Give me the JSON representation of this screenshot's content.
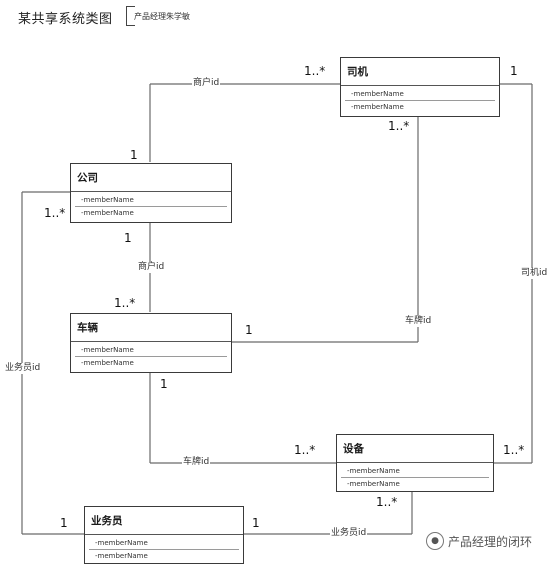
{
  "title": "某共享系统类图",
  "note": "产品经理朱学敏",
  "watermark": "产品经理的闭环",
  "classes": {
    "driver": {
      "name": "司机",
      "attrs": [
        "-memberName",
        "-memberName"
      ]
    },
    "company": {
      "name": "公司",
      "attrs": [
        "-memberName",
        "-memberName"
      ]
    },
    "vehicle": {
      "name": "车辆",
      "attrs": [
        "-memberName",
        "-memberName"
      ]
    },
    "device": {
      "name": "设备",
      "attrs": [
        "-memberName",
        "-memberName"
      ]
    },
    "salesman": {
      "name": "业务员",
      "attrs": [
        "-memberName",
        "-memberName"
      ]
    }
  },
  "labels": {
    "merchant_id_top": "商户id",
    "merchant_id_mid": "商户id",
    "driver_id": "司机id",
    "plate_id_right": "车牌id",
    "plate_id_bottom": "车牌id",
    "salesman_id_left": "业务员id",
    "salesman_id_bottom": "业务员id"
  },
  "multiplicities": {
    "m1": "1..*",
    "m2": "1",
    "m3": "1..*",
    "m4": "1",
    "m5": "1..*",
    "m6": "1",
    "m7": "1..*",
    "m8": "1",
    "m9": "1",
    "m10": "1..*",
    "m11": "1..*",
    "m12": "1..*",
    "m13": "1",
    "m14": "1"
  }
}
